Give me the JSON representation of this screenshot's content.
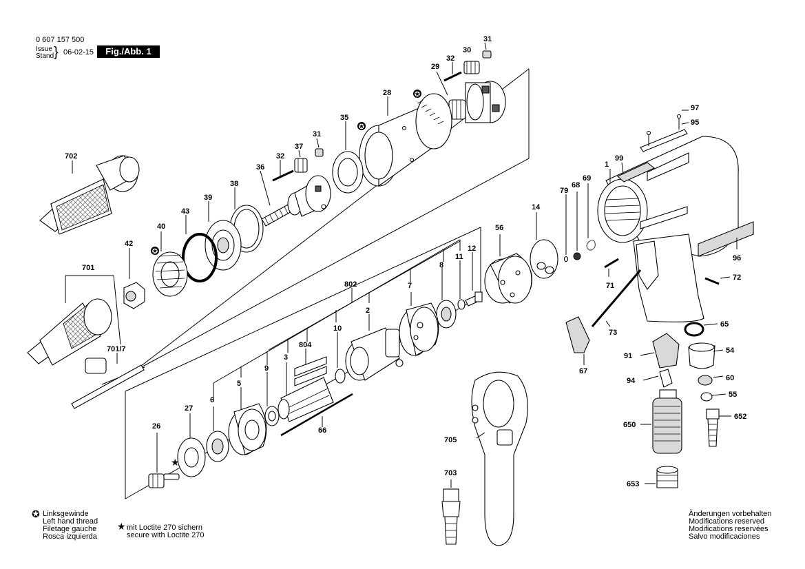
{
  "header": {
    "doc_number": "0 607 157 500",
    "issue_de": "Issue",
    "issue_en": "Stand",
    "issue_date": "06-02-15",
    "figure": "Fig./Abb. 1"
  },
  "legend": {
    "left_hand_symbol": "✪",
    "left_hand": [
      "Linksgewinde",
      "Left hand thread",
      "Filetage gauche",
      "Rosca izquierda"
    ],
    "loctite_symbol": "★",
    "loctite": [
      "mit Loctite 270 sichern",
      "secure with Loctite 270"
    ]
  },
  "modifications": [
    "Änderungen vorbehalten",
    "Modifications reserved",
    "Modifications reservées",
    "Salvo modificaciones"
  ],
  "part_labels": {
    "p31a": "31",
    "p30": "30",
    "p32a": "32",
    "p29": "29",
    "p28": "28",
    "p35": "35",
    "p31b": "31",
    "p37": "37",
    "p32b": "32",
    "p36": "36",
    "p38": "38",
    "p39": "39",
    "p43": "43",
    "p40": "40",
    "p42": "42",
    "p702": "702",
    "p701": "701",
    "p7017": "701/7",
    "p97": "97",
    "p95": "95",
    "p99": "99",
    "p1": "1",
    "p69": "69",
    "p68": "68",
    "p79": "79",
    "p14": "14",
    "p56": "56",
    "p12": "12",
    "p11": "11",
    "p8": "8",
    "p7": "7",
    "p802": "802",
    "p2": "2",
    "p10": "10",
    "p804": "804",
    "p3": "3",
    "p9": "9",
    "p5": "5",
    "p6": "6",
    "p27": "27",
    "p26": "26",
    "p66": "66",
    "p96": "96",
    "p71": "71",
    "p72": "72",
    "p73": "73",
    "p65": "65",
    "p54": "54",
    "p67": "67",
    "p91": "91",
    "p60": "60",
    "p94": "94",
    "p55": "55",
    "p650": "650",
    "p652": "652",
    "p653": "653",
    "p705": "705",
    "p703": "703"
  }
}
